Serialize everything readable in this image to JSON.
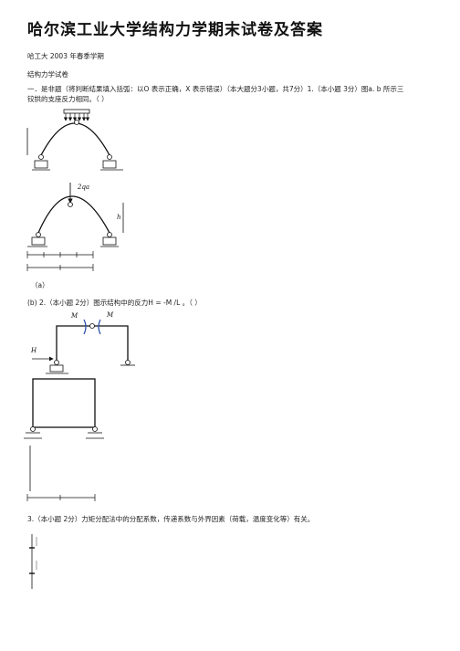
{
  "document": {
    "title": "哈尔滨工业大学结构力学期末试卷及答案",
    "line1": "哈工大 2003 年春季学期",
    "line2": "结构力学试卷",
    "q1_line1": "一．是非题（将判断结果填入括弧：以O 表示正确，X 表示错误）（本大题分3小题，共7分）1.（本小题 3分）图a. b 所示三",
    "q1_line2": "铰拱的支座反力相同。（ ）",
    "label_a": "（a）",
    "q2": "(b) 2.（本小题 2分）图示结构中的反力H = -M /L 。（ ）",
    "q3": "3.（本小题 2分）力矩分配法中的分配系数，传递系数与外界因素（荷载，温度变化等）有关。"
  },
  "figures": {
    "fig_b_load": "2qa",
    "fig_b_height": "h",
    "moment_label": "M",
    "reaction_label": "H"
  }
}
